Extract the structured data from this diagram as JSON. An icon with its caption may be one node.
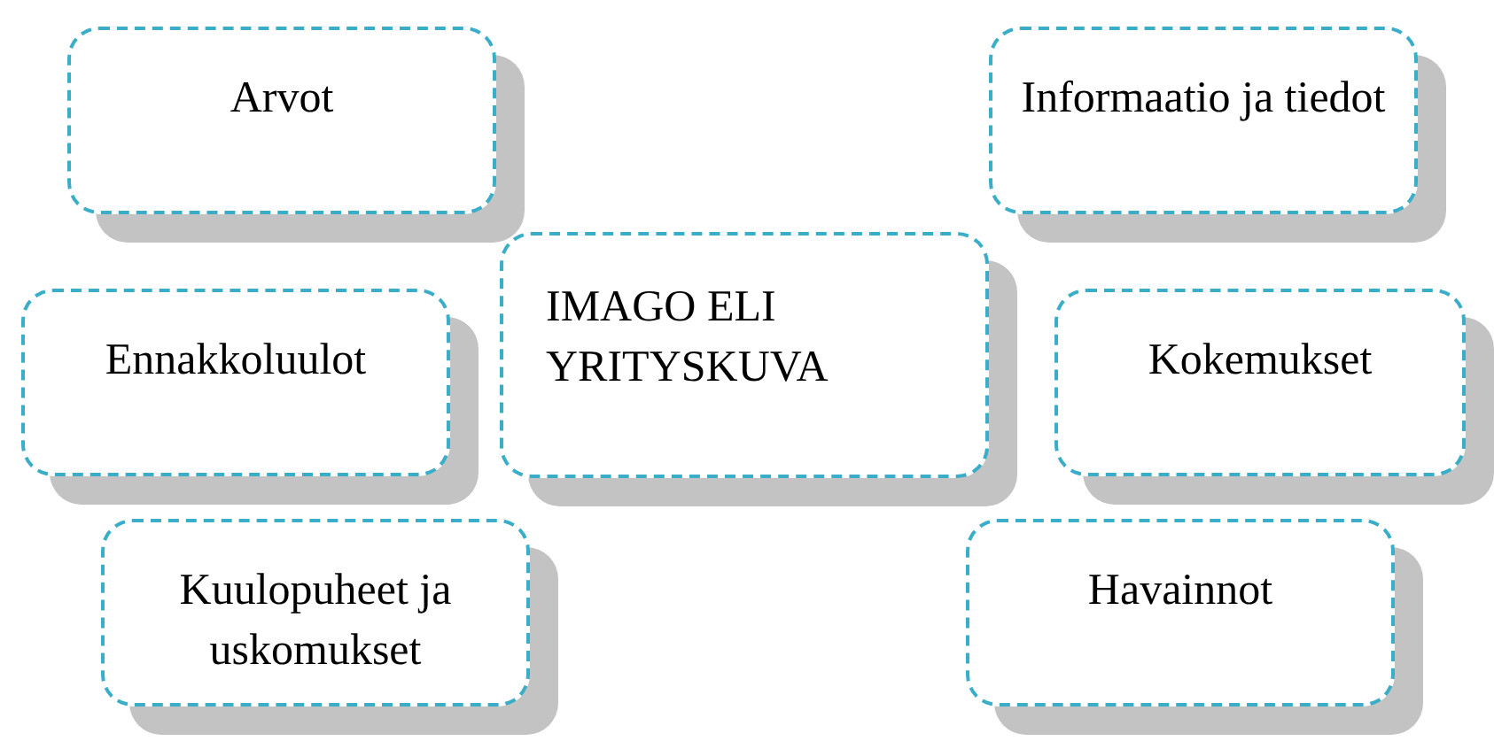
{
  "diagram": {
    "nodes": [
      {
        "text": [
          "Arvot"
        ]
      },
      {
        "text": [
          "Informaatio ja tiedot"
        ]
      },
      {
        "text": [
          "Ennakkoluulot"
        ]
      },
      {
        "text": [
          "IMAGO ELI YRITYSKUVA"
        ]
      },
      {
        "text": [
          "Kokemukset"
        ]
      },
      {
        "text": [
          "Kuulopuheet ja uskomukset"
        ]
      },
      {
        "text": [
          "Havainnot"
        ]
      }
    ]
  }
}
